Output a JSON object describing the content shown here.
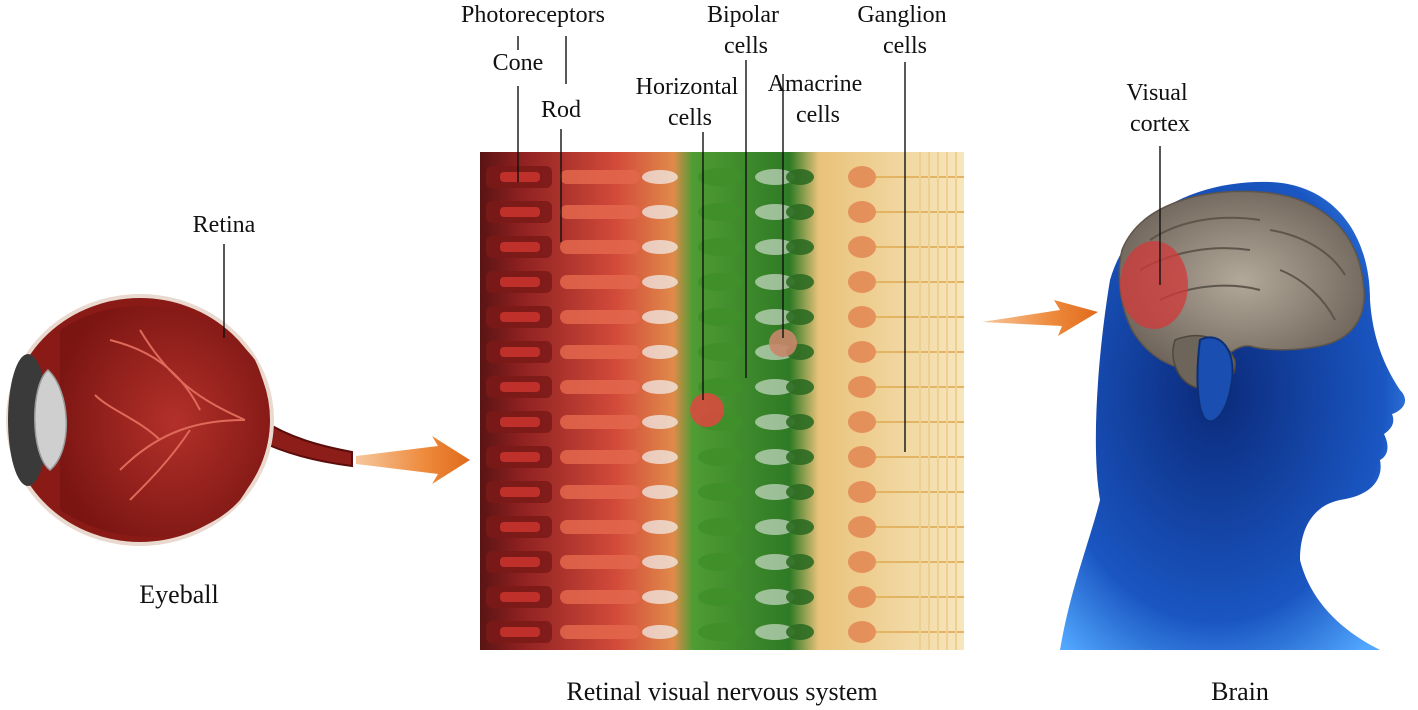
{
  "labels": {
    "photoreceptors": "Photoreceptors",
    "cone": "Cone",
    "rod": "Rod",
    "bipolar_line1": "Bipolar",
    "bipolar_line2": "cells",
    "ganglion_line1": "Ganglion",
    "ganglion_line2": "cells",
    "horizontal_line1": "Horizontal",
    "horizontal_line2": "cells",
    "amacrine_line1": "Amacrine",
    "amacrine_line2": "cells",
    "retina": "Retina",
    "visual_cortex_line1": "Visual",
    "visual_cortex_line2": "cortex"
  },
  "captions": {
    "eyeball": "Eyeball",
    "retina_system": "Retinal visual nervous system",
    "brain": "Brain"
  },
  "colors": {
    "eye_red": "#a3201c",
    "eye_dark": "#6b0f0d",
    "lens_gray": "#cfcfcf",
    "arrow_orange": "#e8782a",
    "photoreceptor_red": "#c0302a",
    "bipolar_green": "#3f8f2a",
    "ganglion_gold": "#e3b56a",
    "highlight_red": "#e0463f",
    "head_blue": "#1f6fd6",
    "brain_gray": "#8a8074"
  }
}
